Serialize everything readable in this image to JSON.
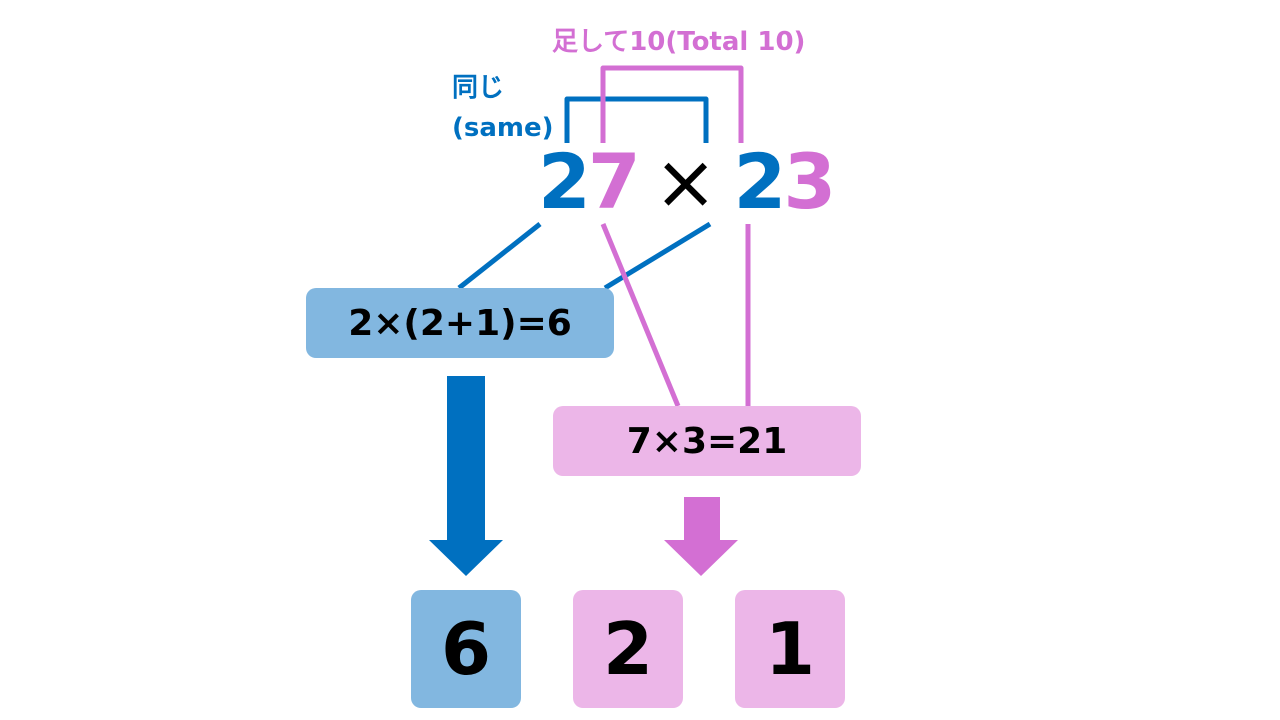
{
  "labels": {
    "same": "同じ",
    "same_en": "(same)",
    "total": "足して10(Total 10)"
  },
  "problem": {
    "tens_a": "2",
    "ones_a": "7",
    "operator": "×",
    "tens_b": "2",
    "ones_b": "3"
  },
  "steps": {
    "tens_calc": "2×(2+1)=6",
    "ones_calc": "7×3=21"
  },
  "results": {
    "hundreds": "6",
    "tens": "2",
    "ones": "1"
  },
  "colors": {
    "blue": "#0070c0",
    "pink": "#d36fd3",
    "blue_box": "#82b7e0",
    "pink_box": "#ecb6e8"
  }
}
